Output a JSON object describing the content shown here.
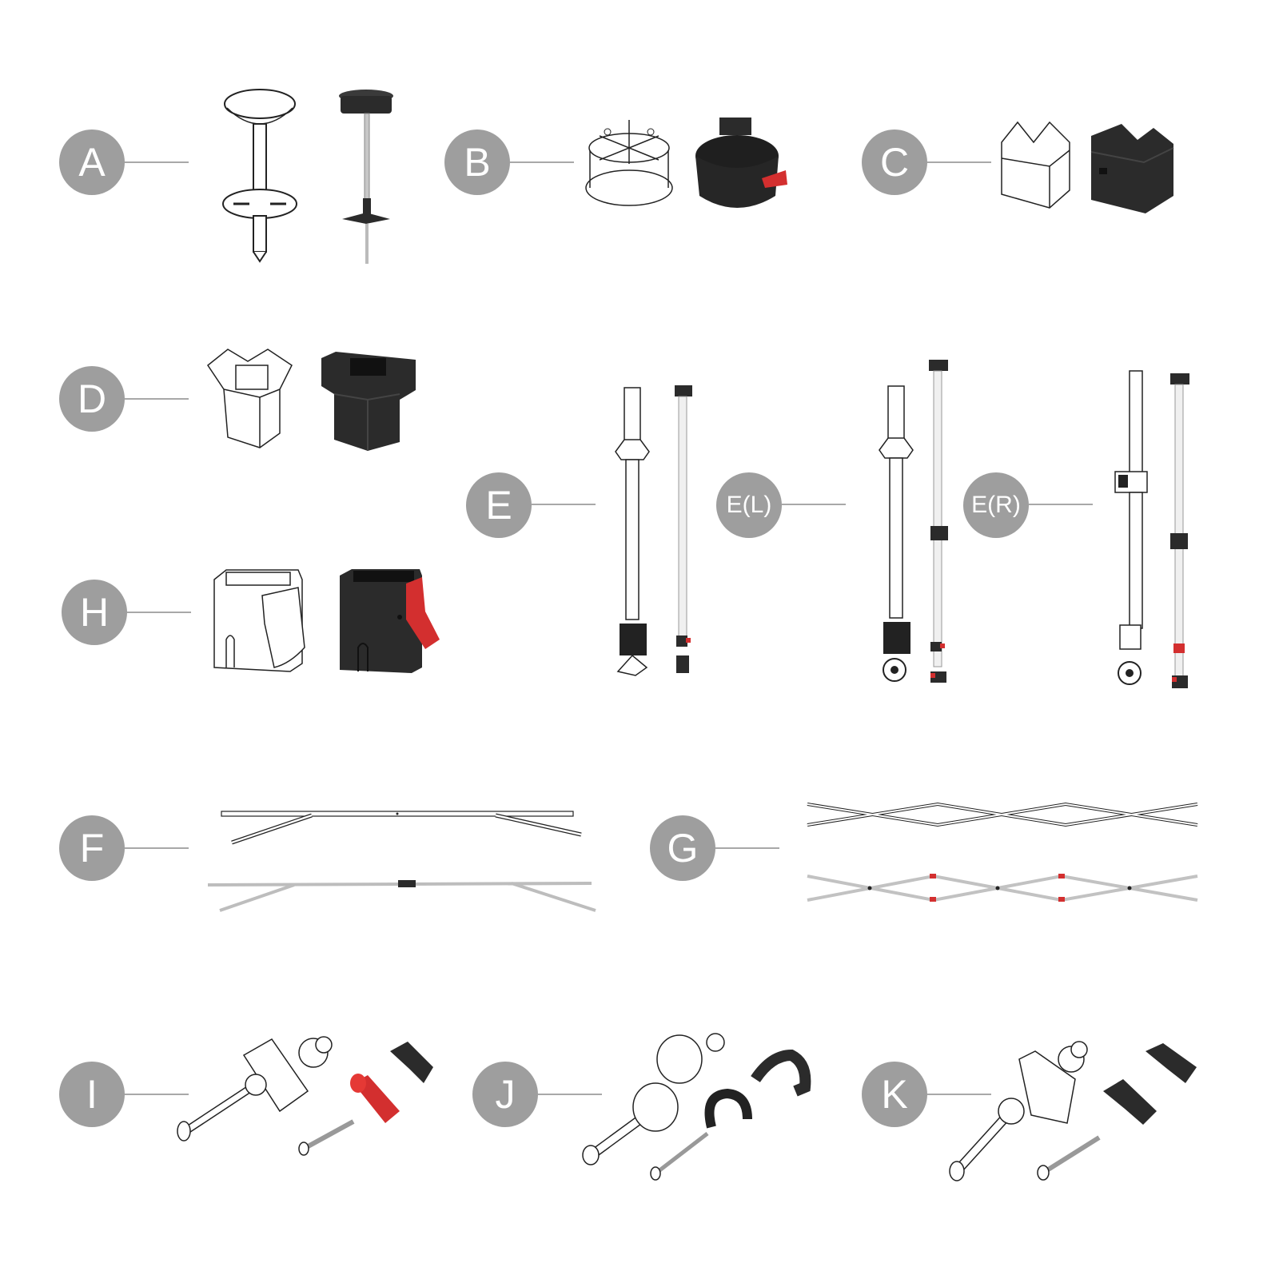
{
  "diagram": {
    "type": "parts-list",
    "colors": {
      "label_circle": "#9e9e9e",
      "label_text": "#ffffff",
      "leader_line": "#a8a8a8",
      "part_black": "#2b2b2b",
      "part_accent_red": "#d32f2f",
      "line_drawing": "#222222"
    },
    "parts": [
      {
        "id": "A",
        "label": "A",
        "description": "center pole top cap and hub with pole"
      },
      {
        "id": "B",
        "label": "B",
        "description": "top center hub with red latch"
      },
      {
        "id": "C",
        "label": "C",
        "description": "corner top connector"
      },
      {
        "id": "D",
        "label": "D",
        "description": "leg top corner bracket"
      },
      {
        "id": "E",
        "label": "E",
        "description": "leg with foot plate and inner telescopic leg"
      },
      {
        "id": "EL",
        "label": "E(L)",
        "description": "left leg with wheel and inner telescopic leg"
      },
      {
        "id": "ER",
        "label": "E(R)",
        "description": "right leg with wheel and inner telescopic leg"
      },
      {
        "id": "F",
        "label": "F",
        "description": "side truss beams"
      },
      {
        "id": "G",
        "label": "G",
        "description": "scissor truss assemblies"
      },
      {
        "id": "H",
        "label": "H",
        "description": "sliding bracket with red lock lever"
      },
      {
        "id": "I",
        "label": "I",
        "description": "bolt, hinge plate, nut, red knob, clip"
      },
      {
        "id": "J",
        "label": "J",
        "description": "bolt, cone washers, nut, U-clips"
      },
      {
        "id": "K",
        "label": "K",
        "description": "bolt, hinge plate, nut, clips"
      }
    ]
  }
}
